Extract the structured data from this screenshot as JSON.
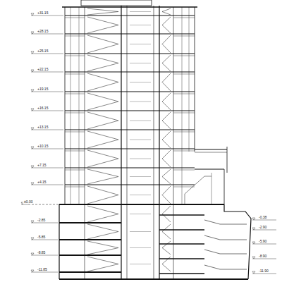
{
  "diagram": {
    "labels": [
      "+31.15",
      "+28.15",
      "+25.15",
      "+22.15",
      "+19.15",
      "+16.15",
      "+13.15",
      "+10.15",
      "+7.15",
      "+4.15",
      "±0.00",
      "-2.85",
      "-5.85",
      "-8.85",
      "-11.85",
      "-0.38",
      "-2.90",
      "-5.90",
      "-8.90",
      "-11.90"
    ]
  }
}
